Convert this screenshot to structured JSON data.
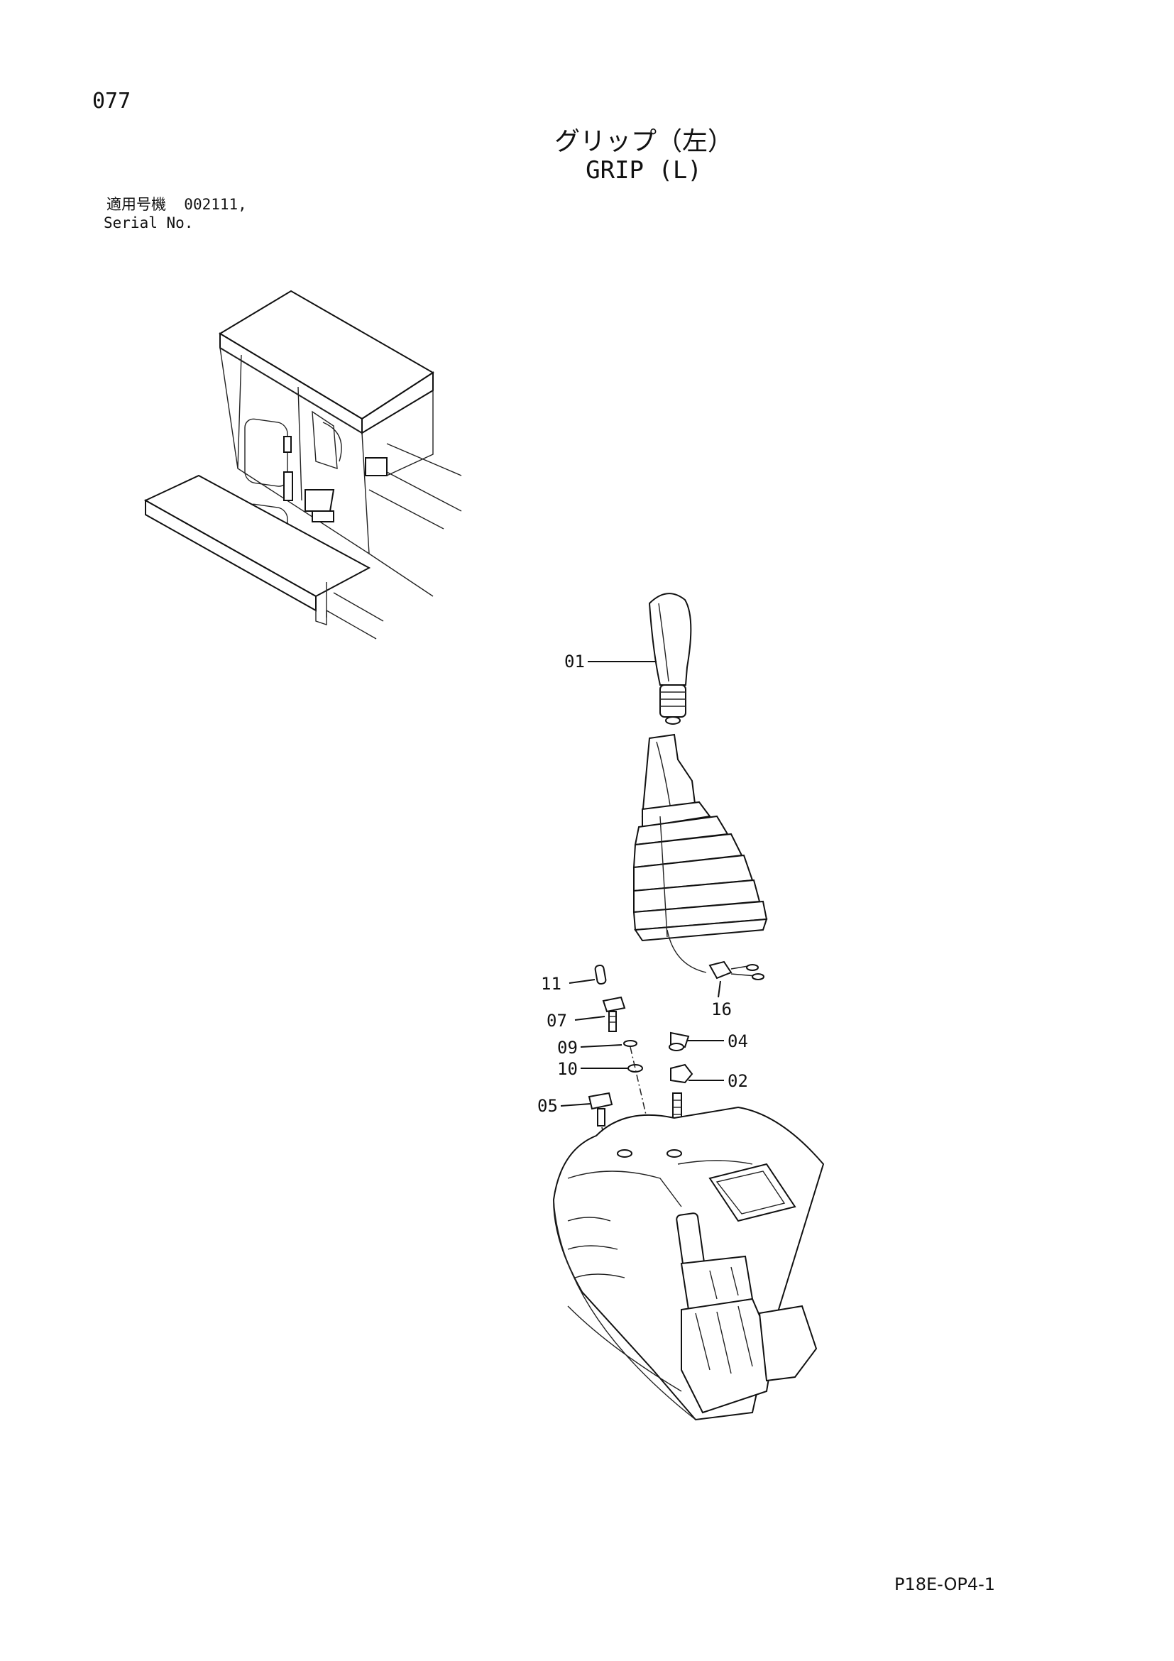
{
  "page_number": "077",
  "title_jp": "グリップ（左）",
  "title_en": "GRIP (L)",
  "serial": {
    "label_jp": "適用号機",
    "value": "002111,",
    "label_en": "Serial No."
  },
  "callouts": [
    "01",
    "11",
    "07",
    "09",
    "10",
    "05",
    "16",
    "04",
    "02"
  ],
  "doc_code": "P18E-OP4-1"
}
